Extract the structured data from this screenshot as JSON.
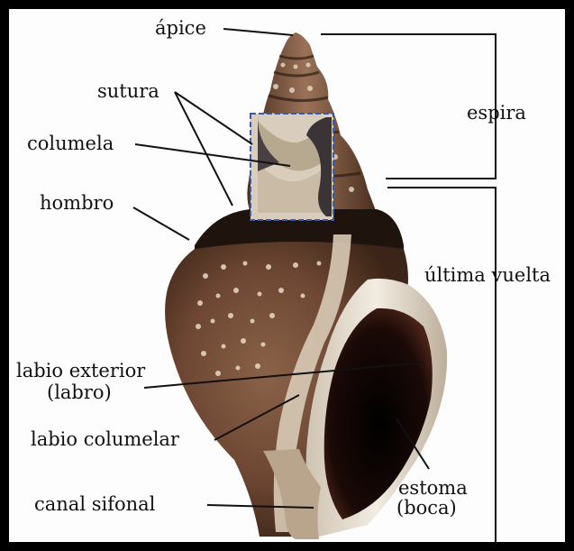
{
  "labels": {
    "apex": "ápice",
    "suture": "sutura",
    "columella": "columela",
    "shoulder": "hombro",
    "spire": "espira",
    "body_whorl": "última vuelta",
    "outer_lip": "labio exterior",
    "outer_lip_alt": "(labro)",
    "columellar_lip": "labio columelar",
    "siphonal_canal": "canal sifonal",
    "aperture": "estoma",
    "aperture_alt": "(boca)"
  },
  "colors": {
    "shell": "#6e4a36",
    "shell_dark": "#3a2418",
    "band": "#1e130d",
    "lip": "#e6dccd",
    "aperture": "#140806",
    "inset_border": "#3b5aa8"
  }
}
